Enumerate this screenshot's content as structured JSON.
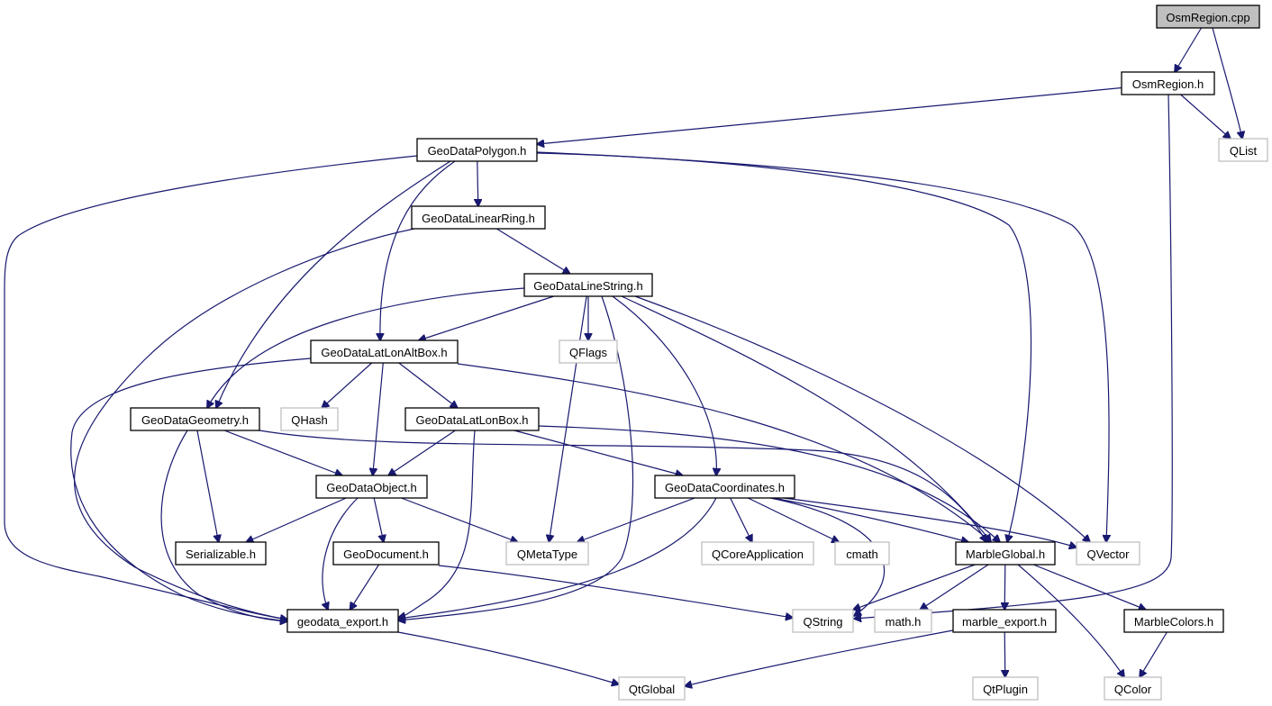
{
  "diagram": {
    "title": "OsmRegion.cpp include dependency graph",
    "colors": {
      "edge": "#191970",
      "root_fill": "#bfbfbf",
      "node_border": "#000000",
      "external_border": "#bfbfbf",
      "node_fill": "#ffffff"
    },
    "nodes": [
      {
        "id": "osmregion_cpp",
        "label": "OsmRegion.cpp",
        "kind": "root"
      },
      {
        "id": "osmregion_h",
        "label": "OsmRegion.h",
        "kind": "internal"
      },
      {
        "id": "qlist",
        "label": "QList",
        "kind": "external"
      },
      {
        "id": "geodatapolygon_h",
        "label": "GeoDataPolygon.h",
        "kind": "internal"
      },
      {
        "id": "geodatalinearring_h",
        "label": "GeoDataLinearRing.h",
        "kind": "internal"
      },
      {
        "id": "geodatalinestring_h",
        "label": "GeoDataLineString.h",
        "kind": "internal"
      },
      {
        "id": "geodatalatlonaltbox_h",
        "label": "GeoDataLatLonAltBox.h",
        "kind": "internal"
      },
      {
        "id": "qflags",
        "label": "QFlags",
        "kind": "external"
      },
      {
        "id": "geodatageometry_h",
        "label": "GeoDataGeometry.h",
        "kind": "internal"
      },
      {
        "id": "qhash",
        "label": "QHash",
        "kind": "external"
      },
      {
        "id": "geodatalatlonbox_h",
        "label": "GeoDataLatLonBox.h",
        "kind": "internal"
      },
      {
        "id": "geodataobject_h",
        "label": "GeoDataObject.h",
        "kind": "internal"
      },
      {
        "id": "geodatacoordinates_h",
        "label": "GeoDataCoordinates.h",
        "kind": "internal"
      },
      {
        "id": "serializable_h",
        "label": "Serializable.h",
        "kind": "internal"
      },
      {
        "id": "geodocument_h",
        "label": "GeoDocument.h",
        "kind": "internal"
      },
      {
        "id": "qmetatype",
        "label": "QMetaType",
        "kind": "external"
      },
      {
        "id": "qcoreapplication",
        "label": "QCoreApplication",
        "kind": "external"
      },
      {
        "id": "cmath",
        "label": "cmath",
        "kind": "external"
      },
      {
        "id": "marbleglobal_h",
        "label": "MarbleGlobal.h",
        "kind": "internal"
      },
      {
        "id": "qvector",
        "label": "QVector",
        "kind": "external"
      },
      {
        "id": "geodata_export_h",
        "label": "geodata_export.h",
        "kind": "internal"
      },
      {
        "id": "qstring",
        "label": "QString",
        "kind": "external"
      },
      {
        "id": "math_h",
        "label": "math.h",
        "kind": "external"
      },
      {
        "id": "marble_export_h",
        "label": "marble_export.h",
        "kind": "internal"
      },
      {
        "id": "marblecolors_h",
        "label": "MarbleColors.h",
        "kind": "internal"
      },
      {
        "id": "qtglobal",
        "label": "QtGlobal",
        "kind": "external"
      },
      {
        "id": "qtplugin",
        "label": "QtPlugin",
        "kind": "external"
      },
      {
        "id": "qcolor",
        "label": "QColor",
        "kind": "external"
      }
    ],
    "edges": [
      {
        "from": "osmregion_cpp",
        "to": "osmregion_h"
      },
      {
        "from": "osmregion_cpp",
        "to": "qlist"
      },
      {
        "from": "osmregion_h",
        "to": "geodatapolygon_h"
      },
      {
        "from": "osmregion_h",
        "to": "qlist"
      },
      {
        "from": "osmregion_h",
        "to": "qstring"
      },
      {
        "from": "geodatapolygon_h",
        "to": "geodatalinearring_h"
      },
      {
        "from": "geodatapolygon_h",
        "to": "geodatalatlonaltbox_h"
      },
      {
        "from": "geodatapolygon_h",
        "to": "geodatageometry_h"
      },
      {
        "from": "geodatapolygon_h",
        "to": "geodata_export_h"
      },
      {
        "from": "geodatapolygon_h",
        "to": "marbleglobal_h"
      },
      {
        "from": "geodatapolygon_h",
        "to": "qvector"
      },
      {
        "from": "geodatalinearring_h",
        "to": "geodatalinestring_h"
      },
      {
        "from": "geodatalinearring_h",
        "to": "geodata_export_h"
      },
      {
        "from": "geodatalinestring_h",
        "to": "geodatalatlonaltbox_h"
      },
      {
        "from": "geodatalinestring_h",
        "to": "geodatageometry_h"
      },
      {
        "from": "geodatalinestring_h",
        "to": "qflags"
      },
      {
        "from": "geodatalinestring_h",
        "to": "qmetatype"
      },
      {
        "from": "geodatalinestring_h",
        "to": "geodata_export_h"
      },
      {
        "from": "geodatalinestring_h",
        "to": "geodatacoordinates_h"
      },
      {
        "from": "geodatalinestring_h",
        "to": "marbleglobal_h"
      },
      {
        "from": "geodatalinestring_h",
        "to": "qvector"
      },
      {
        "from": "geodatalatlonaltbox_h",
        "to": "qhash"
      },
      {
        "from": "geodatalatlonaltbox_h",
        "to": "geodatalatlonbox_h"
      },
      {
        "from": "geodatalatlonaltbox_h",
        "to": "geodataobject_h"
      },
      {
        "from": "geodatalatlonaltbox_h",
        "to": "geodata_export_h"
      },
      {
        "from": "geodatalatlonaltbox_h",
        "to": "marbleglobal_h"
      },
      {
        "from": "geodatageometry_h",
        "to": "geodataobject_h"
      },
      {
        "from": "geodatageometry_h",
        "to": "serializable_h"
      },
      {
        "from": "geodatageometry_h",
        "to": "geodata_export_h"
      },
      {
        "from": "geodatageometry_h",
        "to": "marbleglobal_h"
      },
      {
        "from": "geodatalatlonbox_h",
        "to": "geodataobject_h"
      },
      {
        "from": "geodatalatlonbox_h",
        "to": "geodatacoordinates_h"
      },
      {
        "from": "geodatalatlonbox_h",
        "to": "geodata_export_h"
      },
      {
        "from": "geodatalatlonbox_h",
        "to": "marbleglobal_h"
      },
      {
        "from": "geodataobject_h",
        "to": "serializable_h"
      },
      {
        "from": "geodataobject_h",
        "to": "geodocument_h"
      },
      {
        "from": "geodataobject_h",
        "to": "qmetatype"
      },
      {
        "from": "geodataobject_h",
        "to": "geodata_export_h"
      },
      {
        "from": "geodocument_h",
        "to": "geodata_export_h"
      },
      {
        "from": "geodocument_h",
        "to": "qstring"
      },
      {
        "from": "geodatacoordinates_h",
        "to": "qmetatype"
      },
      {
        "from": "geodatacoordinates_h",
        "to": "qcoreapplication"
      },
      {
        "from": "geodatacoordinates_h",
        "to": "cmath"
      },
      {
        "from": "geodatacoordinates_h",
        "to": "marbleglobal_h"
      },
      {
        "from": "geodatacoordinates_h",
        "to": "qvector"
      },
      {
        "from": "geodatacoordinates_h",
        "to": "qstring"
      },
      {
        "from": "geodatacoordinates_h",
        "to": "geodata_export_h"
      },
      {
        "from": "marbleglobal_h",
        "to": "qstring"
      },
      {
        "from": "marbleglobal_h",
        "to": "math_h"
      },
      {
        "from": "marbleglobal_h",
        "to": "marble_export_h"
      },
      {
        "from": "marbleglobal_h",
        "to": "marblecolors_h"
      },
      {
        "from": "marbleglobal_h",
        "to": "qcolor"
      },
      {
        "from": "marblecolors_h",
        "to": "qcolor"
      },
      {
        "from": "marble_export_h",
        "to": "qtplugin"
      },
      {
        "from": "marble_export_h",
        "to": "qtglobal"
      },
      {
        "from": "geodata_export_h",
        "to": "qtglobal"
      }
    ]
  }
}
